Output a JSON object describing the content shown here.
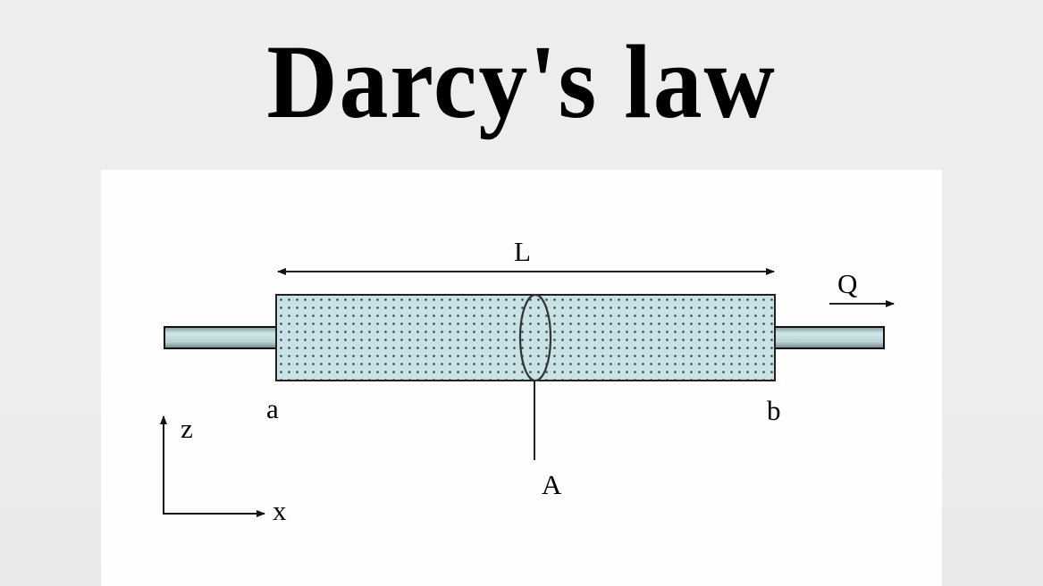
{
  "slide": {
    "title": "Darcy's law"
  },
  "diagram": {
    "labels": {
      "length": "L",
      "flow": "Q",
      "inlet_end": "a",
      "outlet_end": "b",
      "cross_section": "A",
      "axis_vertical": "z",
      "axis_horizontal": "x"
    },
    "colors": {
      "porous_fill": "#c9e2e6",
      "pipe_fill": "#b6d2d6",
      "stroke": "#222222",
      "dots": "#33484b",
      "panel_bg": "#fefefe",
      "slide_bg": "#ededed"
    }
  }
}
